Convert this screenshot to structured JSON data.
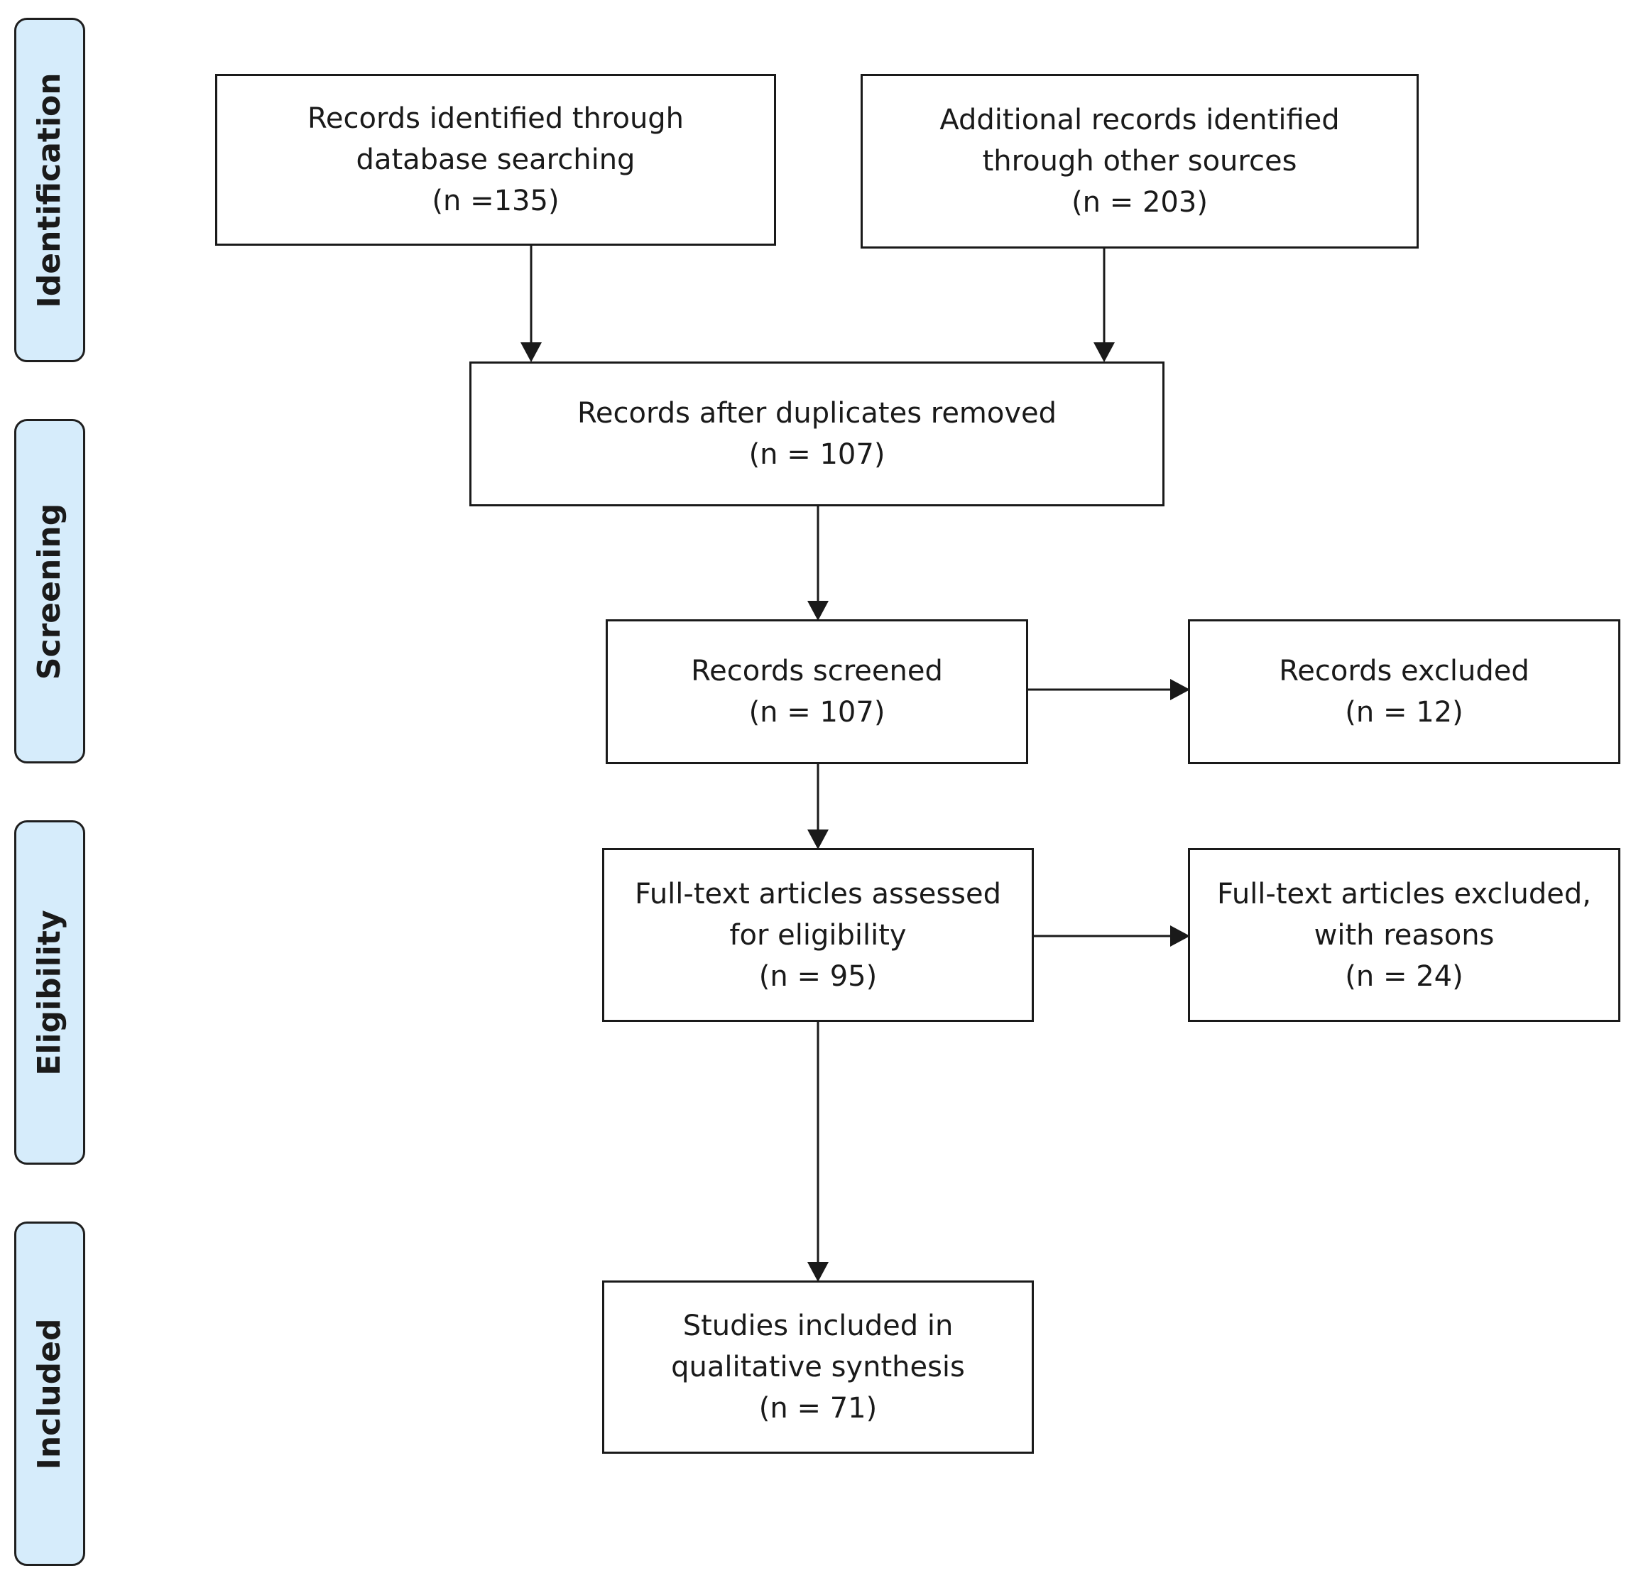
{
  "phases": {
    "identification": "Identification",
    "screening": "Screening",
    "eligibility": "Eligibility",
    "included": "Included"
  },
  "boxes": {
    "database": {
      "line1": "Records identified through",
      "line2": "database searching",
      "count": "(n =135)"
    },
    "other_sources": {
      "line1": "Additional records identified",
      "line2": "through other sources",
      "count": "(n = 203)"
    },
    "deduplicated": {
      "line1": "Records after duplicates removed",
      "count": "(n = 107)"
    },
    "screened": {
      "line1": "Records screened",
      "count": "(n = 107)"
    },
    "excluded": {
      "line1": "Records excluded",
      "count": "(n = 12)"
    },
    "fulltext_assessed": {
      "line1": "Full-text articles assessed",
      "line2": "for eligibility",
      "count": "(n = 95)"
    },
    "fulltext_excluded": {
      "line1": "Full-text articles excluded,",
      "line2": "with reasons",
      "count": "(n = 24)"
    },
    "included_studies": {
      "line1": "Studies included in",
      "line2": "qualitative synthesis",
      "count": "(n = 71)"
    }
  },
  "colors": {
    "phase_fill": "#d6ecfb",
    "stroke": "#1a1a1a"
  }
}
